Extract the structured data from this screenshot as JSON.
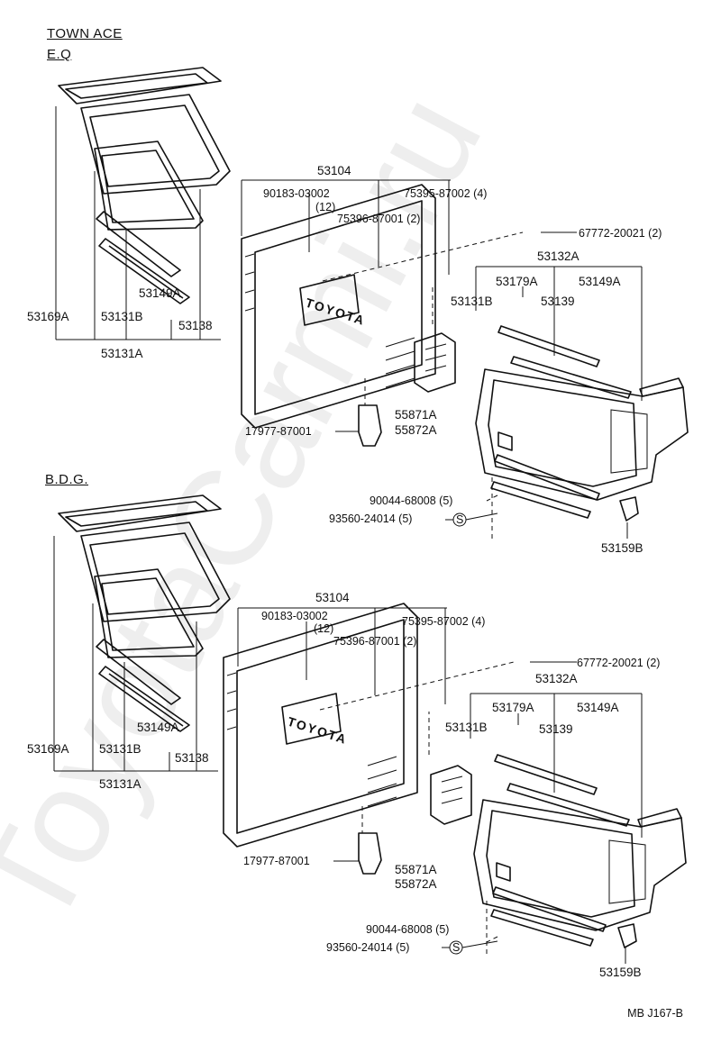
{
  "header": {
    "model": "TOWN ACE"
  },
  "watermark": "ToyotaCarmi.ru",
  "footer_code": "MB J167-B",
  "sections": [
    {
      "variant": "E.Q",
      "left": {
        "l1": "53169A",
        "l2": "53131B",
        "l3": "53138",
        "l4": "53149A",
        "l5": "53131A"
      },
      "center": {
        "grille": "53104",
        "clip": "90183-03002",
        "clip_qty": "(12)",
        "nut": "75396-87001 (2)",
        "emblem_nut": "75395-87002 (4)",
        "bracket": "17977-87001",
        "bracket_r": "55871A",
        "bracket_l": "55872A"
      },
      "right": {
        "screw": "67772-20021 (2)",
        "assy": "53132A",
        "m1": "53179A",
        "m2": "53139",
        "m3": "53149A",
        "m4": "53131B",
        "bolt": "90044-68008 (5)",
        "washer": "93560-24014 (5)",
        "cap": "53159B"
      }
    },
    {
      "variant": "B.D.G.",
      "left": {
        "l1": "53169A",
        "l2": "53131B",
        "l3": "53138",
        "l4": "53149A",
        "l5": "53131A"
      },
      "center": {
        "grille": "53104",
        "clip": "90183-03002",
        "clip_qty": "(12)",
        "nut": "75396-87001 (2)",
        "emblem_nut": "75395-87002 (4)",
        "bracket": "17977-87001",
        "bracket_r": "55871A",
        "bracket_l": "55872A"
      },
      "right": {
        "screw": "67772-20021 (2)",
        "assy": "53132A",
        "m1": "53179A",
        "m2": "53139",
        "m3": "53149A",
        "m4": "53131B",
        "bolt": "90044-68008 (5)",
        "washer": "93560-24014 (5)",
        "cap": "53159B"
      }
    }
  ]
}
